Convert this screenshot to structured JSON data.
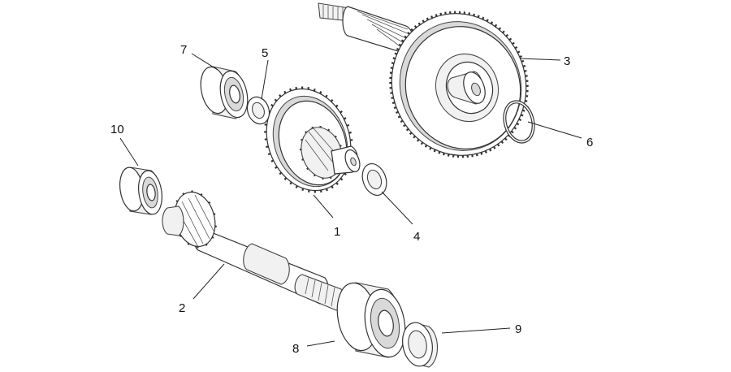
{
  "callouts": [
    {
      "id": "1",
      "text": "1"
    },
    {
      "id": "2",
      "text": "2"
    },
    {
      "id": "3",
      "text": "3"
    },
    {
      "id": "4",
      "text": "4"
    },
    {
      "id": "5",
      "text": "5"
    },
    {
      "id": "6",
      "text": "6"
    },
    {
      "id": "7",
      "text": "7"
    },
    {
      "id": "8",
      "text": "8"
    },
    {
      "id": "9",
      "text": "9"
    },
    {
      "id": "10",
      "text": "10"
    }
  ],
  "colors": {
    "line": "#333333",
    "background": "#ffffff"
  }
}
